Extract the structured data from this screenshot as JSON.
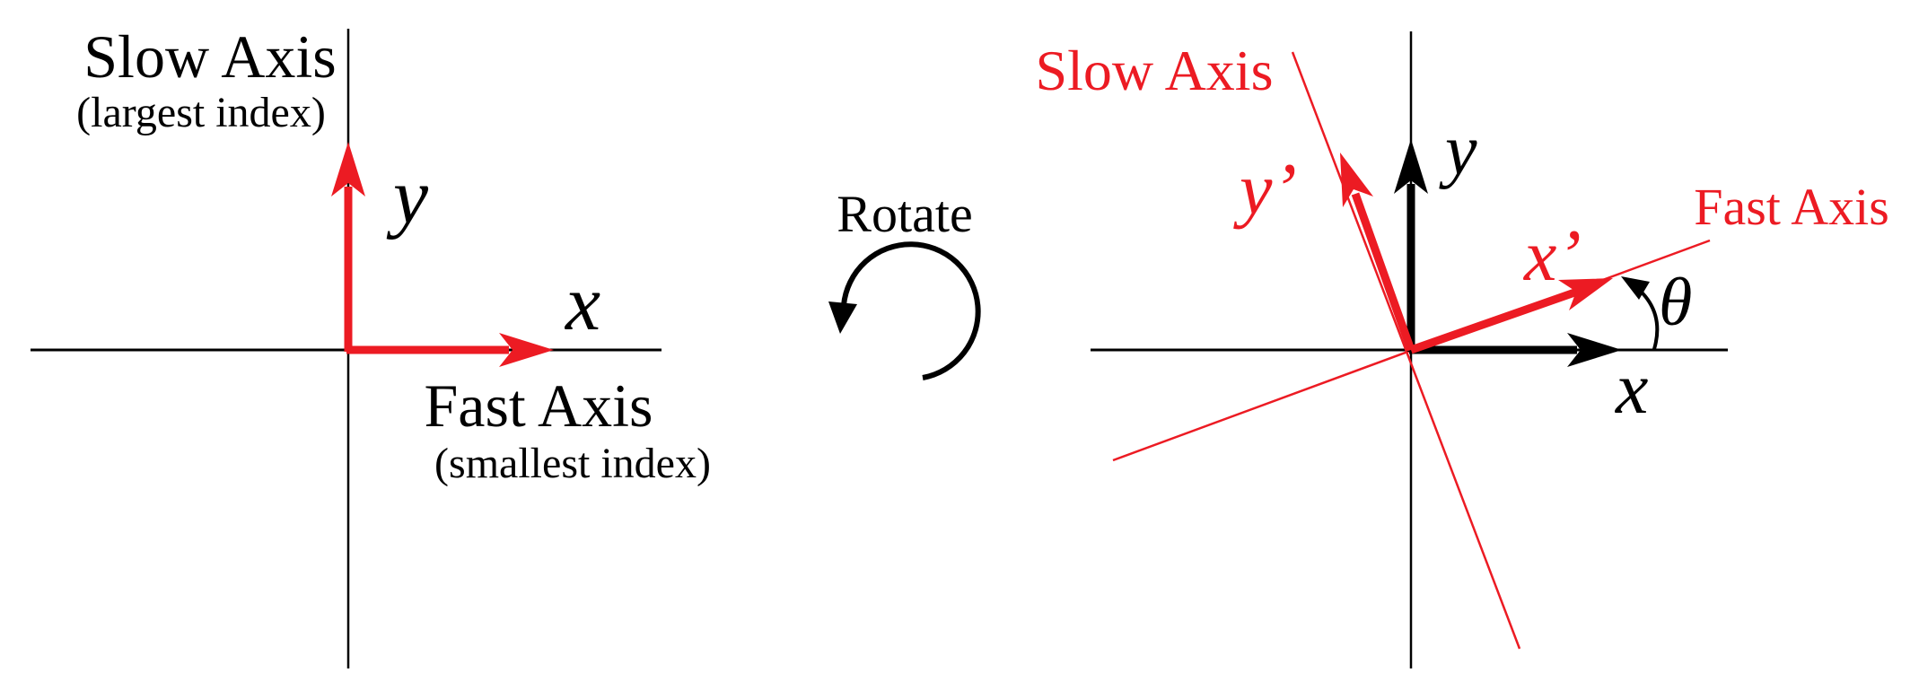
{
  "figure": {
    "title_semantic": "Waveplate axis rotation diagram",
    "left_diagram": {
      "slow_axis_label": "Slow Axis",
      "slow_axis_sub": "(largest index)",
      "fast_axis_label": "Fast Axis",
      "fast_axis_sub": "(smallest index)",
      "y_label": "y",
      "x_label": "x"
    },
    "middle": {
      "rotate_label": "Rotate",
      "rotation_direction": "counterclockwise"
    },
    "right_diagram": {
      "slow_axis_label": "Slow Axis",
      "fast_axis_label": "Fast Axis",
      "y_label": "y",
      "x_label": "x",
      "y_prime_label": "y’",
      "x_prime_label": "x’",
      "theta_label": "θ",
      "rotation_angle_deg": 20
    },
    "colors": {
      "axis_black": "#000000",
      "highlight_red": "#ec1b23"
    }
  }
}
